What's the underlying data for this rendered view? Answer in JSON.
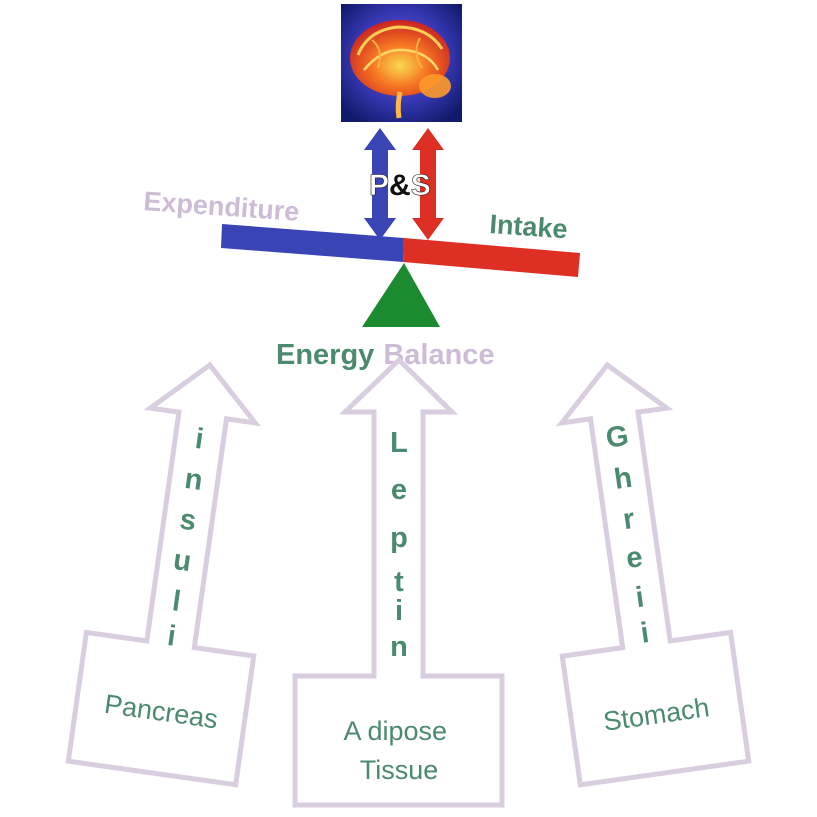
{
  "brain": {
    "icon": "brain-scan-icon"
  },
  "pands": {
    "p": "P",
    "amp": "&",
    "s": "S"
  },
  "scale": {
    "left_label": "Expenditure",
    "right_label": "Intake",
    "base_word1": "Energy",
    "base_word2": "Balance"
  },
  "signals": [
    {
      "organ": "Pancreas",
      "hormone": [
        "i",
        "n",
        "s",
        "u",
        "l",
        "i"
      ]
    },
    {
      "organ_line1": "A dipose",
      "organ_line2": "Tissue",
      "hormone": [
        "L",
        "e",
        "p",
        "t",
        "i",
        "n"
      ]
    },
    {
      "organ": "Stomach",
      "hormone": [
        "G",
        "h",
        "r",
        "e",
        "i",
        "i"
      ]
    }
  ],
  "colors": {
    "lavender": "#cdbcd6",
    "green_text": "#4b8a6e",
    "blue": "#3a45b5",
    "red": "#de2f24",
    "triangle": "#1c8a2e",
    "arrow_outline": "#d9cde0"
  }
}
